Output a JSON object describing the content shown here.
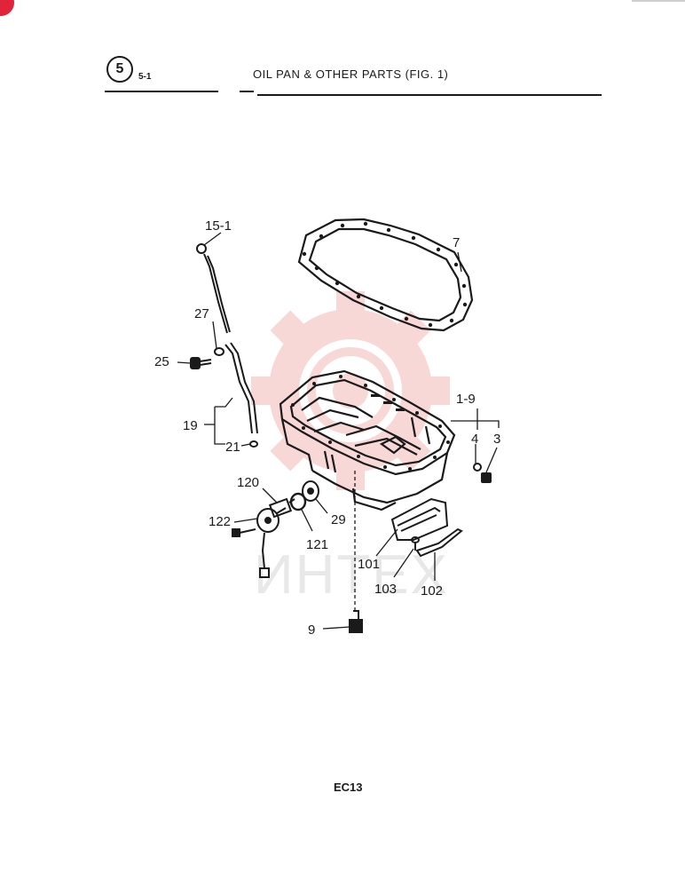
{
  "header": {
    "section_number": "5",
    "section_sub": "5-1",
    "title": "OIL PAN & OTHER PARTS (FIG. 1)"
  },
  "watermark": {
    "text": "ИНТЕХ",
    "color": "#f3b8b8"
  },
  "part_labels": {
    "p15_1": "15-1",
    "p7": "7",
    "p27": "27",
    "p25": "25",
    "p1_9": "1-9",
    "p4": "4",
    "p3": "3",
    "p19": "19",
    "p21": "21",
    "p120": "120",
    "p29": "29",
    "p122": "122",
    "p121": "121",
    "p101": "101",
    "p103": "103",
    "p102": "102",
    "p9": "9"
  },
  "footer": {
    "code": "EC13"
  }
}
